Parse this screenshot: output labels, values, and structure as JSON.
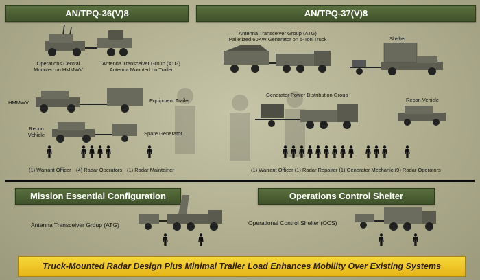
{
  "left_title": "AN/TPQ-36(V)8",
  "right_title": "AN/TPQ-37(V)8",
  "left_labels": {
    "ops_central": "Operations Central\nMounted on HMMWV",
    "atg_trailer": "Antenna Transceiver Group (ATG)\nAntenna Mounted on Trailer",
    "hmmwv": "HMMWV",
    "equipment_trailer": "Equipment Trailer",
    "recon_vehicle": "Recon\nVehicle",
    "spare_generator": "Spare Generator"
  },
  "right_labels": {
    "atg_palletized": "Antenna Transceiver Group (ATG)\nPalletized 60KW Generator on 5-Ton Truck",
    "shelter": "Shelter",
    "gen_power": "Generator Power Distribution Group",
    "recon_vehicle": "Recon Vehicle"
  },
  "left_crew": {
    "warrant": "(1) Warrant Officer",
    "radar_ops": "(4) Radar Operators",
    "maintainer": "(1) Radar Maintainer"
  },
  "right_crew": "(1) Warrant Officer (1) Radar Repairer (1) Generator Mechanic (9) Radar Operators",
  "bottom_left_title": "Mission Essential Configuration",
  "bottom_right_title": "Operations Control  Shelter",
  "bottom_left_label": "Antenna Transceiver Group (ATG)",
  "bottom_right_label": "Operational Control Shelter (OCS)",
  "banner": "Truck-Mounted Radar Design Plus Minimal Trailer Load Enhances Mobility Over Existing Systems",
  "colors": {
    "header_green": "#4a5e34",
    "banner_yellow": "#f2cc2c"
  }
}
